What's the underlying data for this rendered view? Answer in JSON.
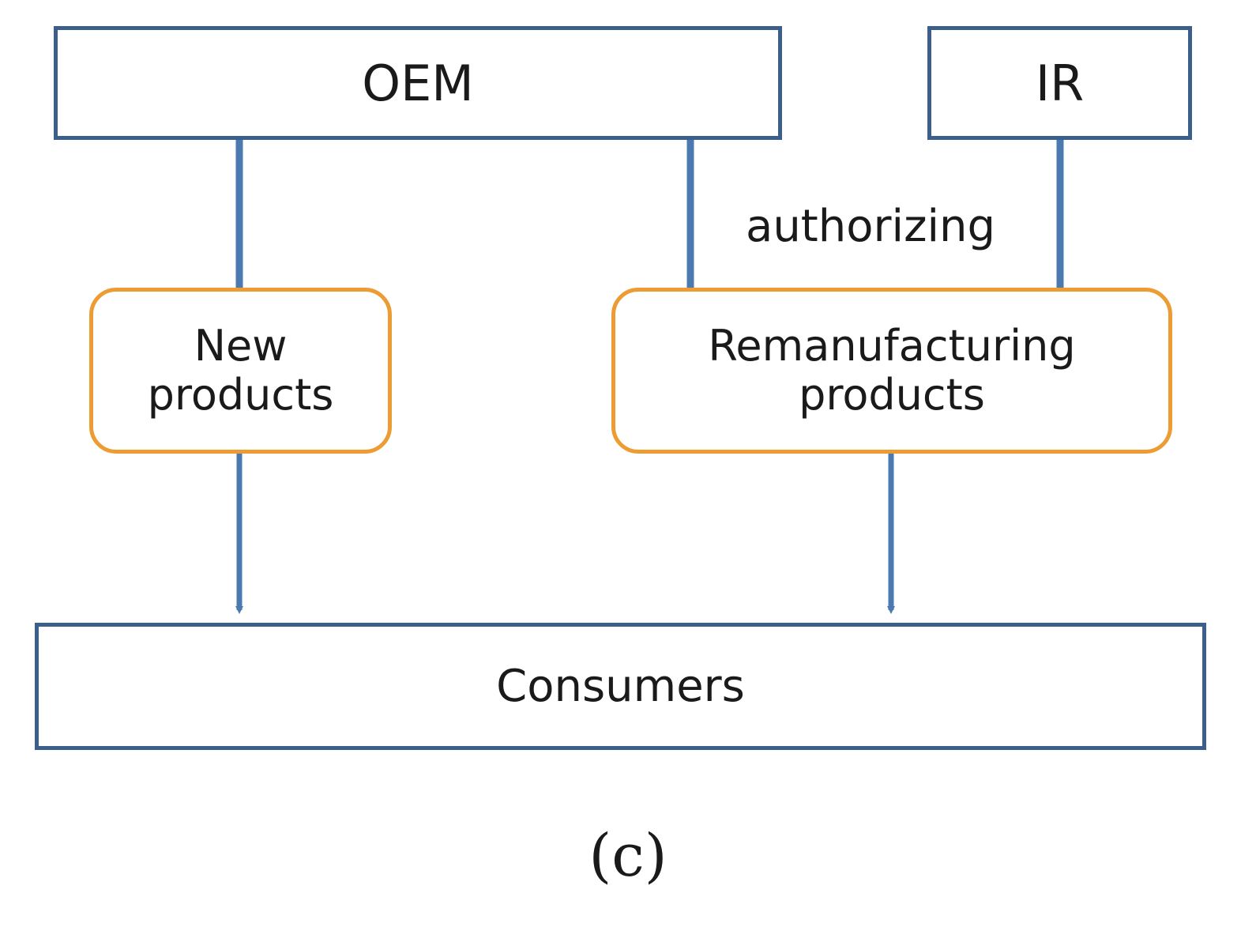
{
  "figure": {
    "caption": "(c)",
    "colors": {
      "rect_border": "#3b5f8a",
      "round_border": "#ed9b33",
      "connector": "#4a7ab0",
      "text": "#1a1a1a",
      "background": "#ffffff"
    }
  },
  "nodes": {
    "oem": {
      "label": "OEM",
      "shape": "rectangle"
    },
    "ir": {
      "label": "IR",
      "shape": "rectangle"
    },
    "new_products": {
      "label": "New\nproducts",
      "line1": "New",
      "line2": "products",
      "shape": "rounded-rectangle"
    },
    "remanufacturing_products": {
      "label": "Remanufacturing\nproducts",
      "line1": "Remanufacturing",
      "line2": "products",
      "shape": "rounded-rectangle"
    },
    "consumers": {
      "label": "Consumers",
      "shape": "rectangle"
    }
  },
  "edges": [
    {
      "name": "oem-to-new-products",
      "from": "oem",
      "to": "new_products",
      "label": "",
      "arrow": false
    },
    {
      "name": "oem-to-remanufacturing-products",
      "from": "oem",
      "to": "remanufacturing_products",
      "label": "",
      "arrow": false
    },
    {
      "name": "ir-to-remanufacturing-products",
      "from": "ir",
      "to": "remanufacturing_products",
      "label": "authorizing",
      "arrow": false
    },
    {
      "name": "new-products-to-consumers",
      "from": "new_products",
      "to": "consumers",
      "label": "",
      "arrow": true
    },
    {
      "name": "remanufacturing-products-to-consumers",
      "from": "remanufacturing_products",
      "to": "consumers",
      "label": "",
      "arrow": true
    }
  ],
  "annotations": {
    "authorizing": "authorizing"
  }
}
